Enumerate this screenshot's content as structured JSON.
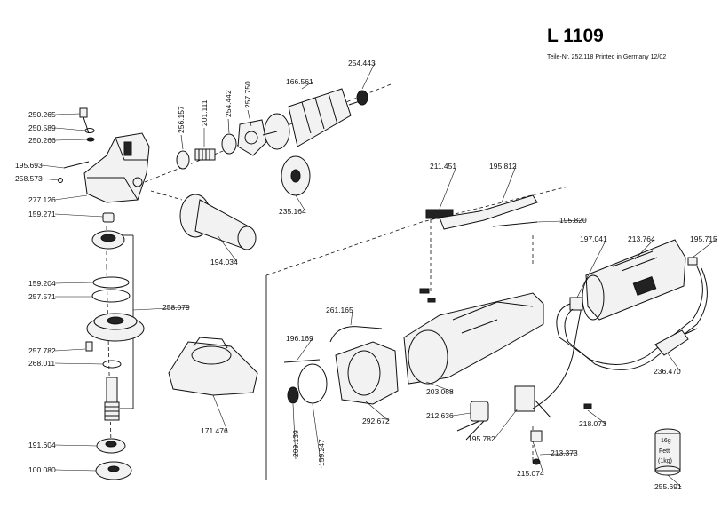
{
  "title": "L 1109",
  "subtitle": "Teile-Nr. 252.118 Printed in Germany 12/02",
  "grease_label": {
    "line1": "16g",
    "line2": "Fett",
    "line3": "(1kg)"
  },
  "parts": [
    "250.265",
    "250.589",
    "250.266",
    "195.693",
    "258.573",
    "277.126",
    "159.271",
    "159.204",
    "257.571",
    "258.079",
    "257.782",
    "268.011",
    "191.604",
    "100.080",
    "256.157",
    "201.111",
    "254.442",
    "257.750",
    "166.561",
    "254.443",
    "235.164",
    "194.034",
    "171.476",
    "261.165",
    "196.169",
    "209.139",
    "159.247",
    "292.672",
    "203.068",
    "212.636",
    "195.782",
    "215.074",
    "213.373",
    "218.073",
    "211.451",
    "195.812",
    "195.820",
    "197.041",
    "213.764",
    "195.715",
    "236.470",
    "255.691"
  ]
}
